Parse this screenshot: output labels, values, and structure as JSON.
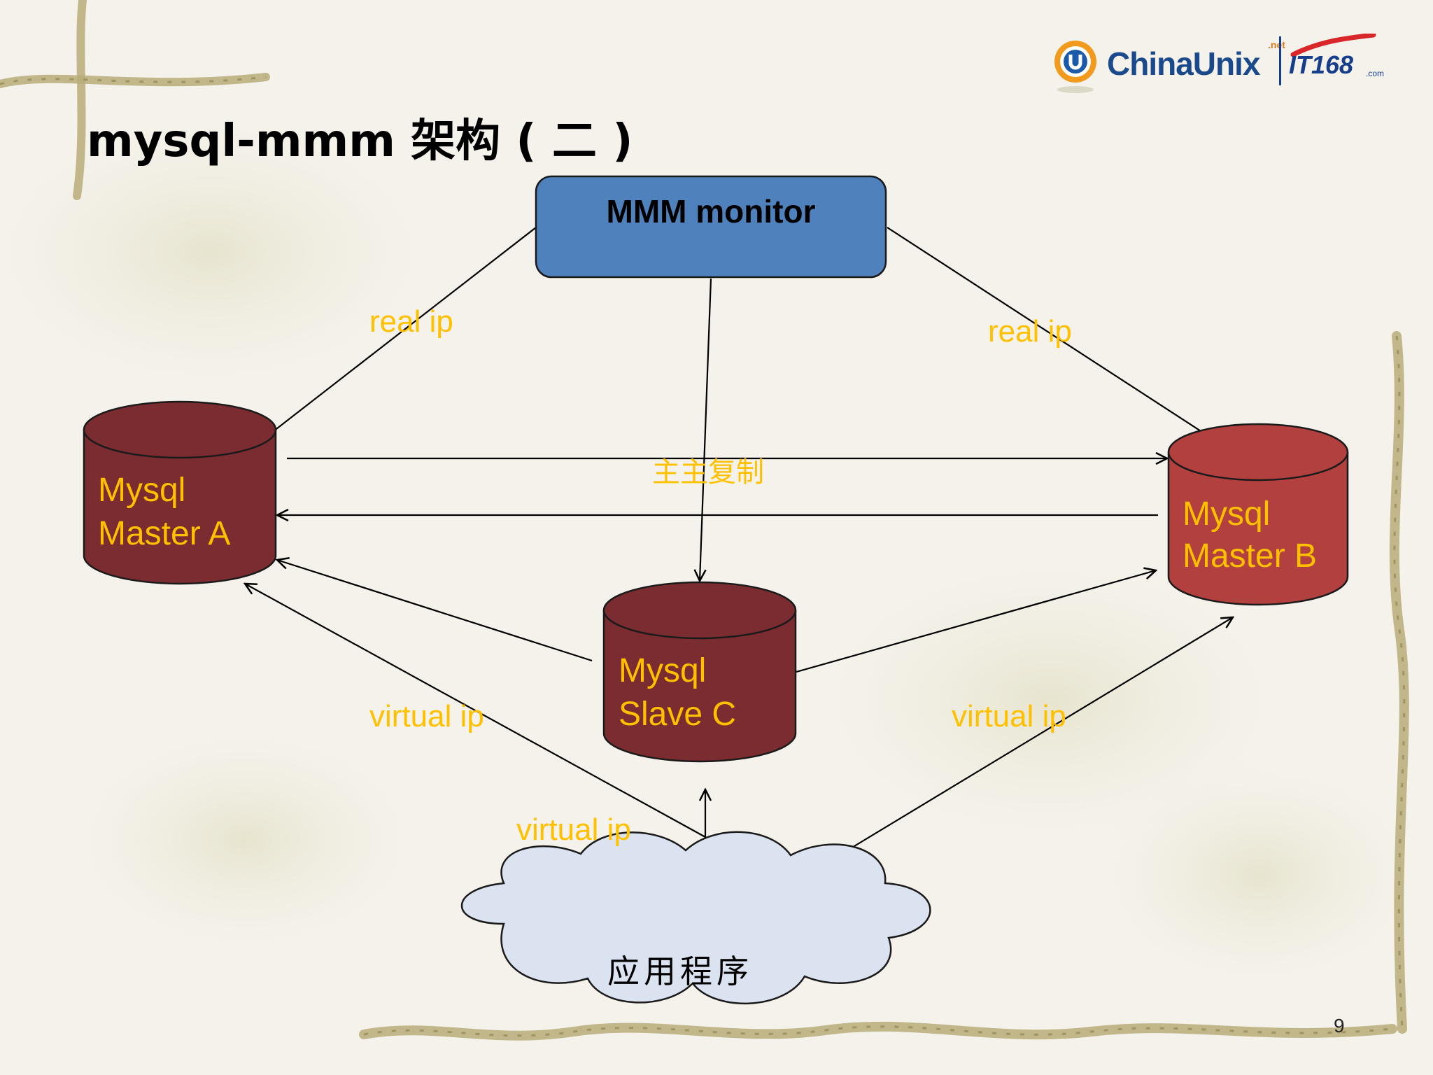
{
  "slide": {
    "title": "mysql-mmm 架构 ( 二 )",
    "page_number": "9"
  },
  "logo": {
    "chinaunix": "ChinaUnix",
    "chinaunix_suffix": ".net",
    "it168": "IT168",
    "it168_suffix": ".com"
  },
  "nodes": {
    "monitor": "MMM monitor",
    "master_a_line1": "Mysql",
    "master_a_line2": "Master A",
    "master_b_line1": "Mysql",
    "master_b_line2": "Master B",
    "slave_c_line1": "Mysql",
    "slave_c_line2": "Slave C",
    "app": "应用程序"
  },
  "edge_labels": {
    "real_ip_left": "real ip",
    "real_ip_right": "real ip",
    "replication": "主主复制",
    "virtual_ip_left": "virtual ip",
    "virtual_ip_right": "virtual ip",
    "virtual_ip_center": "virtual ip"
  },
  "colors": {
    "monitor_fill": "#4f81bd",
    "db_dark": "#7b2c30",
    "db_b": "#b2403f",
    "db_text": "#ffc000",
    "label": "#ffc000",
    "cloud_fill": "#dbe3f1"
  }
}
